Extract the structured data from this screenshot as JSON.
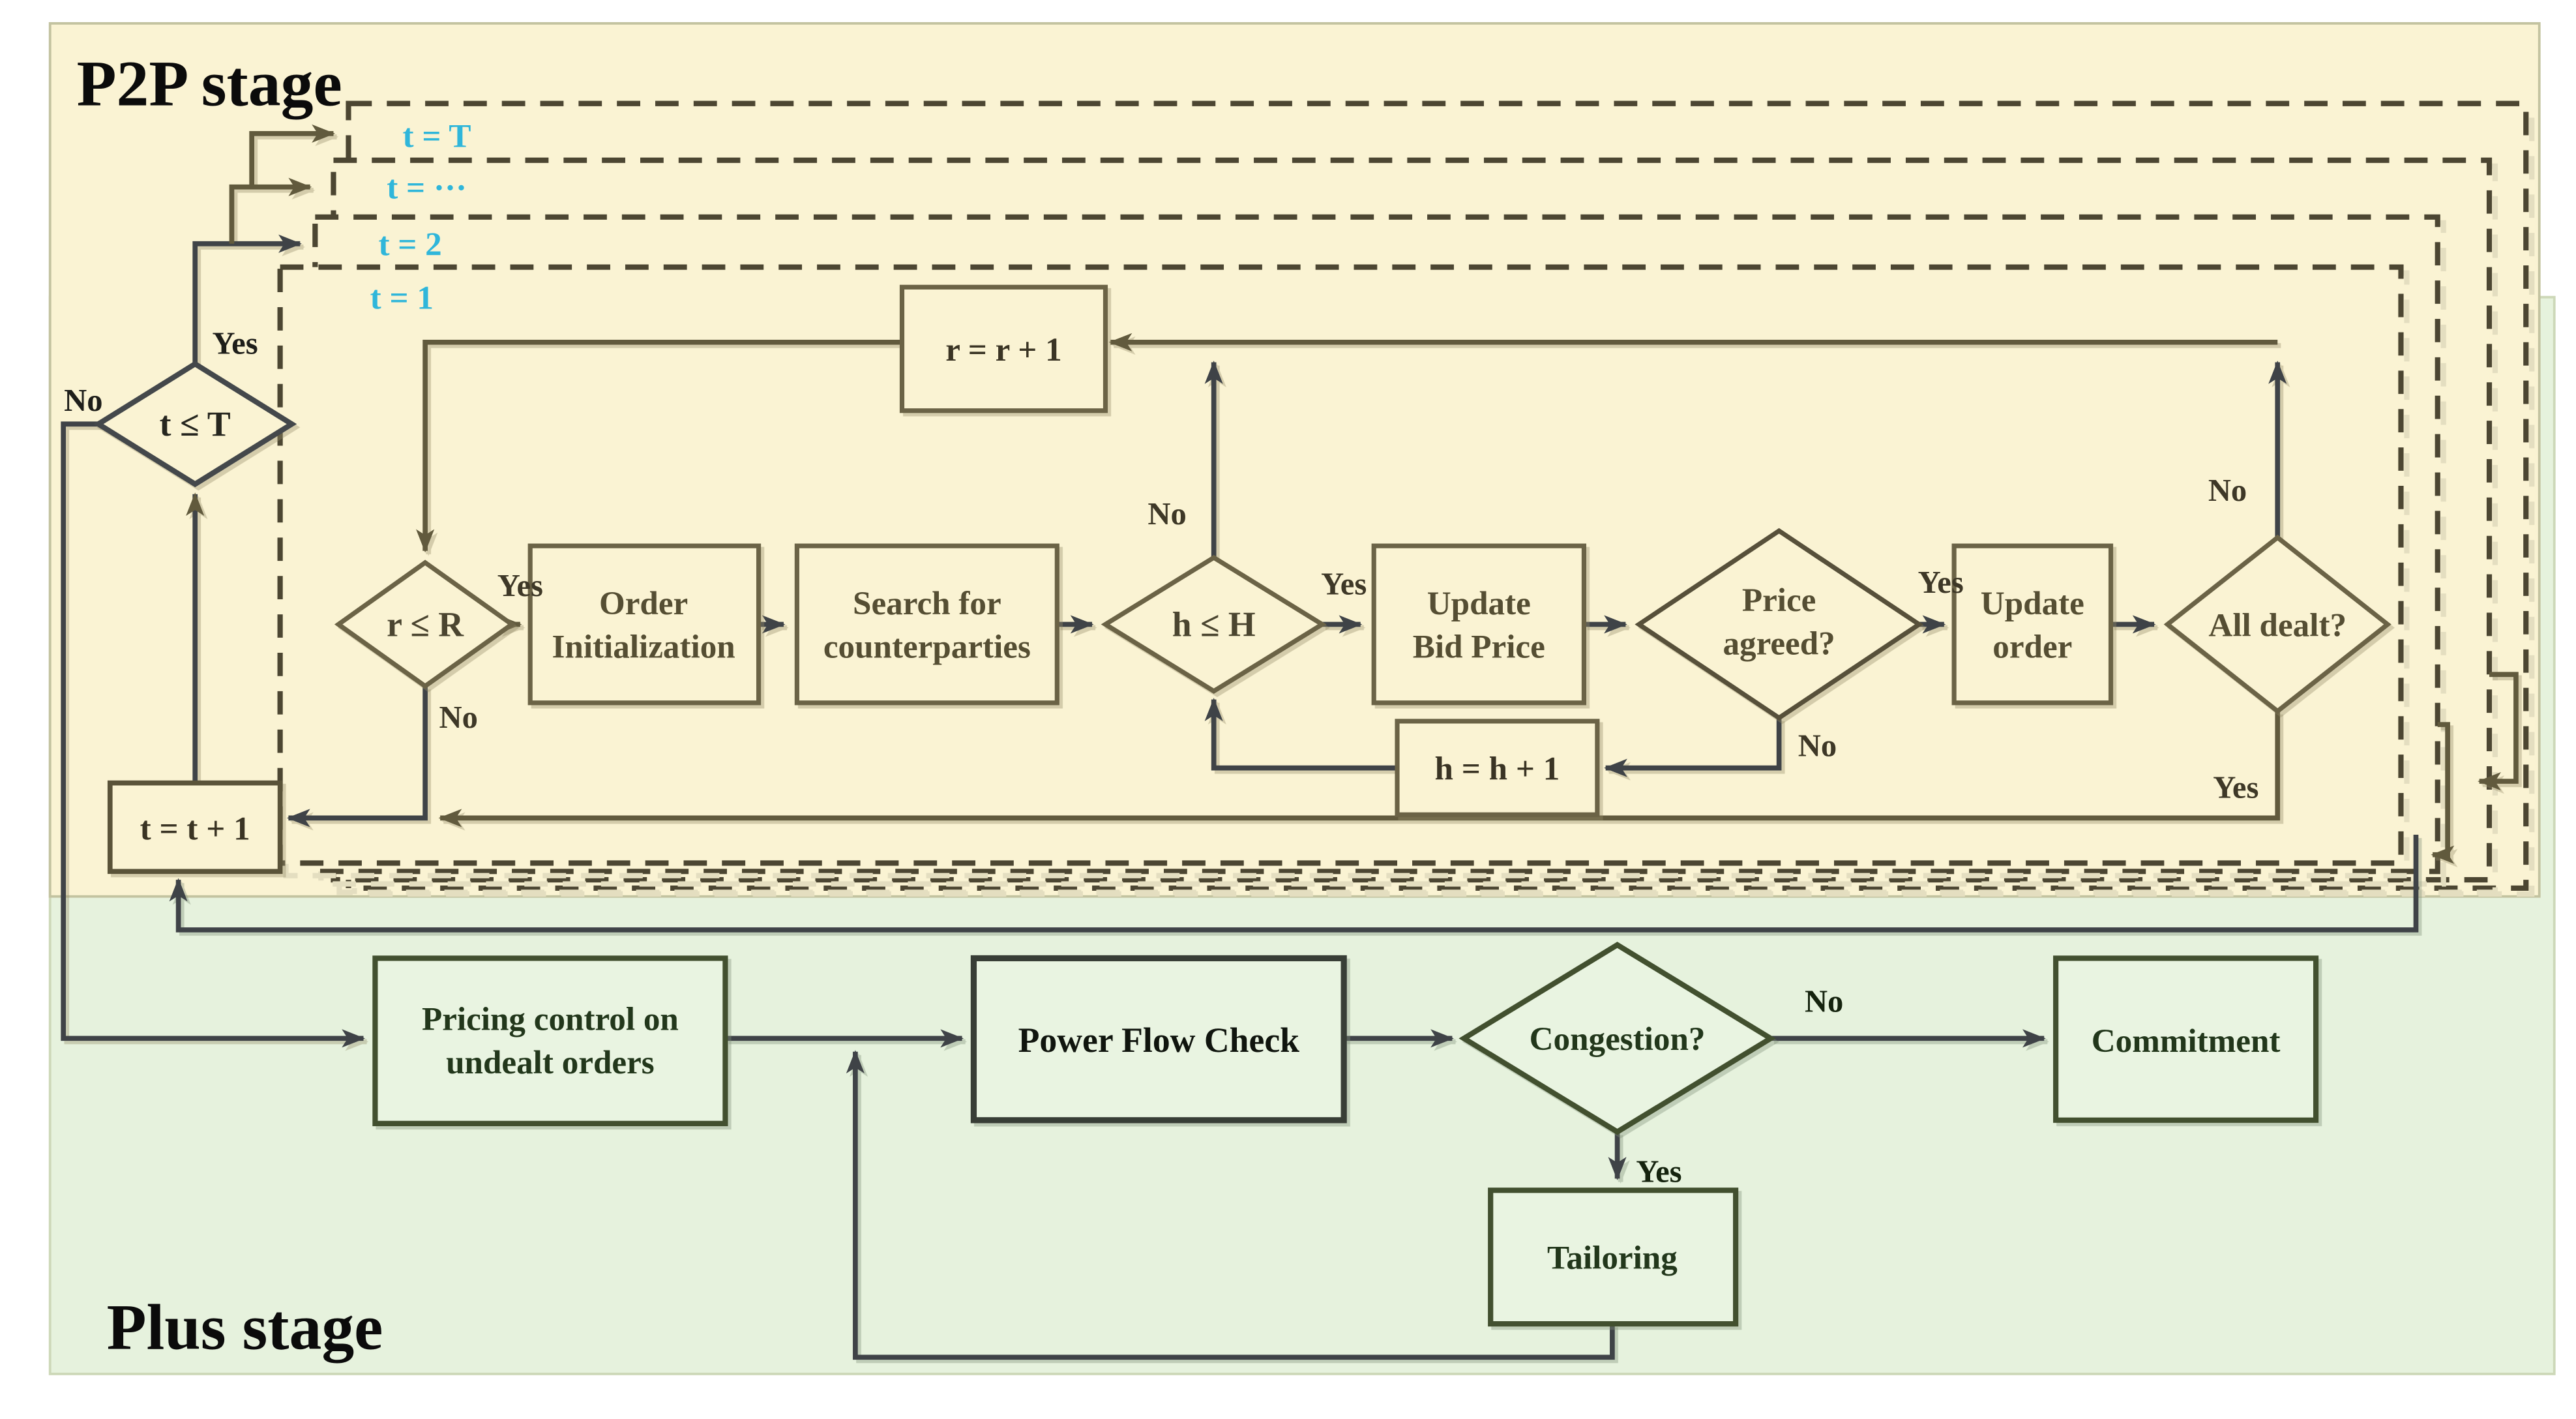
{
  "stages": {
    "p2p_title": "P2P stage",
    "plus_title": "Plus stage"
  },
  "sessions": {
    "t_T": {
      "label": "t = T"
    },
    "t_dots": {
      "label": "t = ···"
    },
    "t_2": {
      "label": "t = 2"
    },
    "t_1": {
      "label": "t = 1"
    }
  },
  "nodes": {
    "t_le_T": {
      "label": "t ≤ T"
    },
    "t_inc": {
      "label": "t = t + 1"
    },
    "r_le_R": {
      "label": "r ≤ R"
    },
    "order_init": {
      "line1": "Order",
      "line2": "Initialization"
    },
    "search": {
      "line1": "Search for",
      "line2": "counterparties"
    },
    "h_le_H": {
      "label": "h ≤ H"
    },
    "r_inc": {
      "label": "r = r + 1"
    },
    "update_bid": {
      "line1": "Update",
      "line2": "Bid Price"
    },
    "price_agreed": {
      "line1": "Price",
      "line2": "agreed?"
    },
    "h_inc": {
      "label": "h = h + 1"
    },
    "update_order": {
      "line1": "Update",
      "line2": "order"
    },
    "all_dealt": {
      "label": "All dealt?"
    },
    "pricing_control": {
      "line1": "Pricing control on",
      "line2": "undealt orders"
    },
    "power_flow": {
      "label": "Power Flow Check"
    },
    "congestion": {
      "label": "Congestion?"
    },
    "commitment": {
      "label": "Commitment"
    },
    "tailoring": {
      "label": "Tailoring"
    }
  },
  "edge_labels": {
    "t_yes": "Yes",
    "t_no": "No",
    "r_yes": "Yes",
    "r_no": "No",
    "h_yes": "Yes",
    "h_no": "No",
    "price_yes": "Yes",
    "price_no": "No",
    "all_no": "No",
    "all_yes": "Yes",
    "cong_no": "No",
    "cong_yes": "Yes"
  },
  "colors": {
    "p2p_background": "#faf3d3",
    "plus_background": "#e6f2dd",
    "session_dash": "#4c4632",
    "session_label_cyan": "#2fb6da",
    "olive_line": "#615a3d",
    "dark_line": "#3f4347",
    "cream_box_border": "#6b6346",
    "green_box_border": "#42502f",
    "power_flow_border": "#383e36",
    "title_color": "#0b0b0b"
  }
}
